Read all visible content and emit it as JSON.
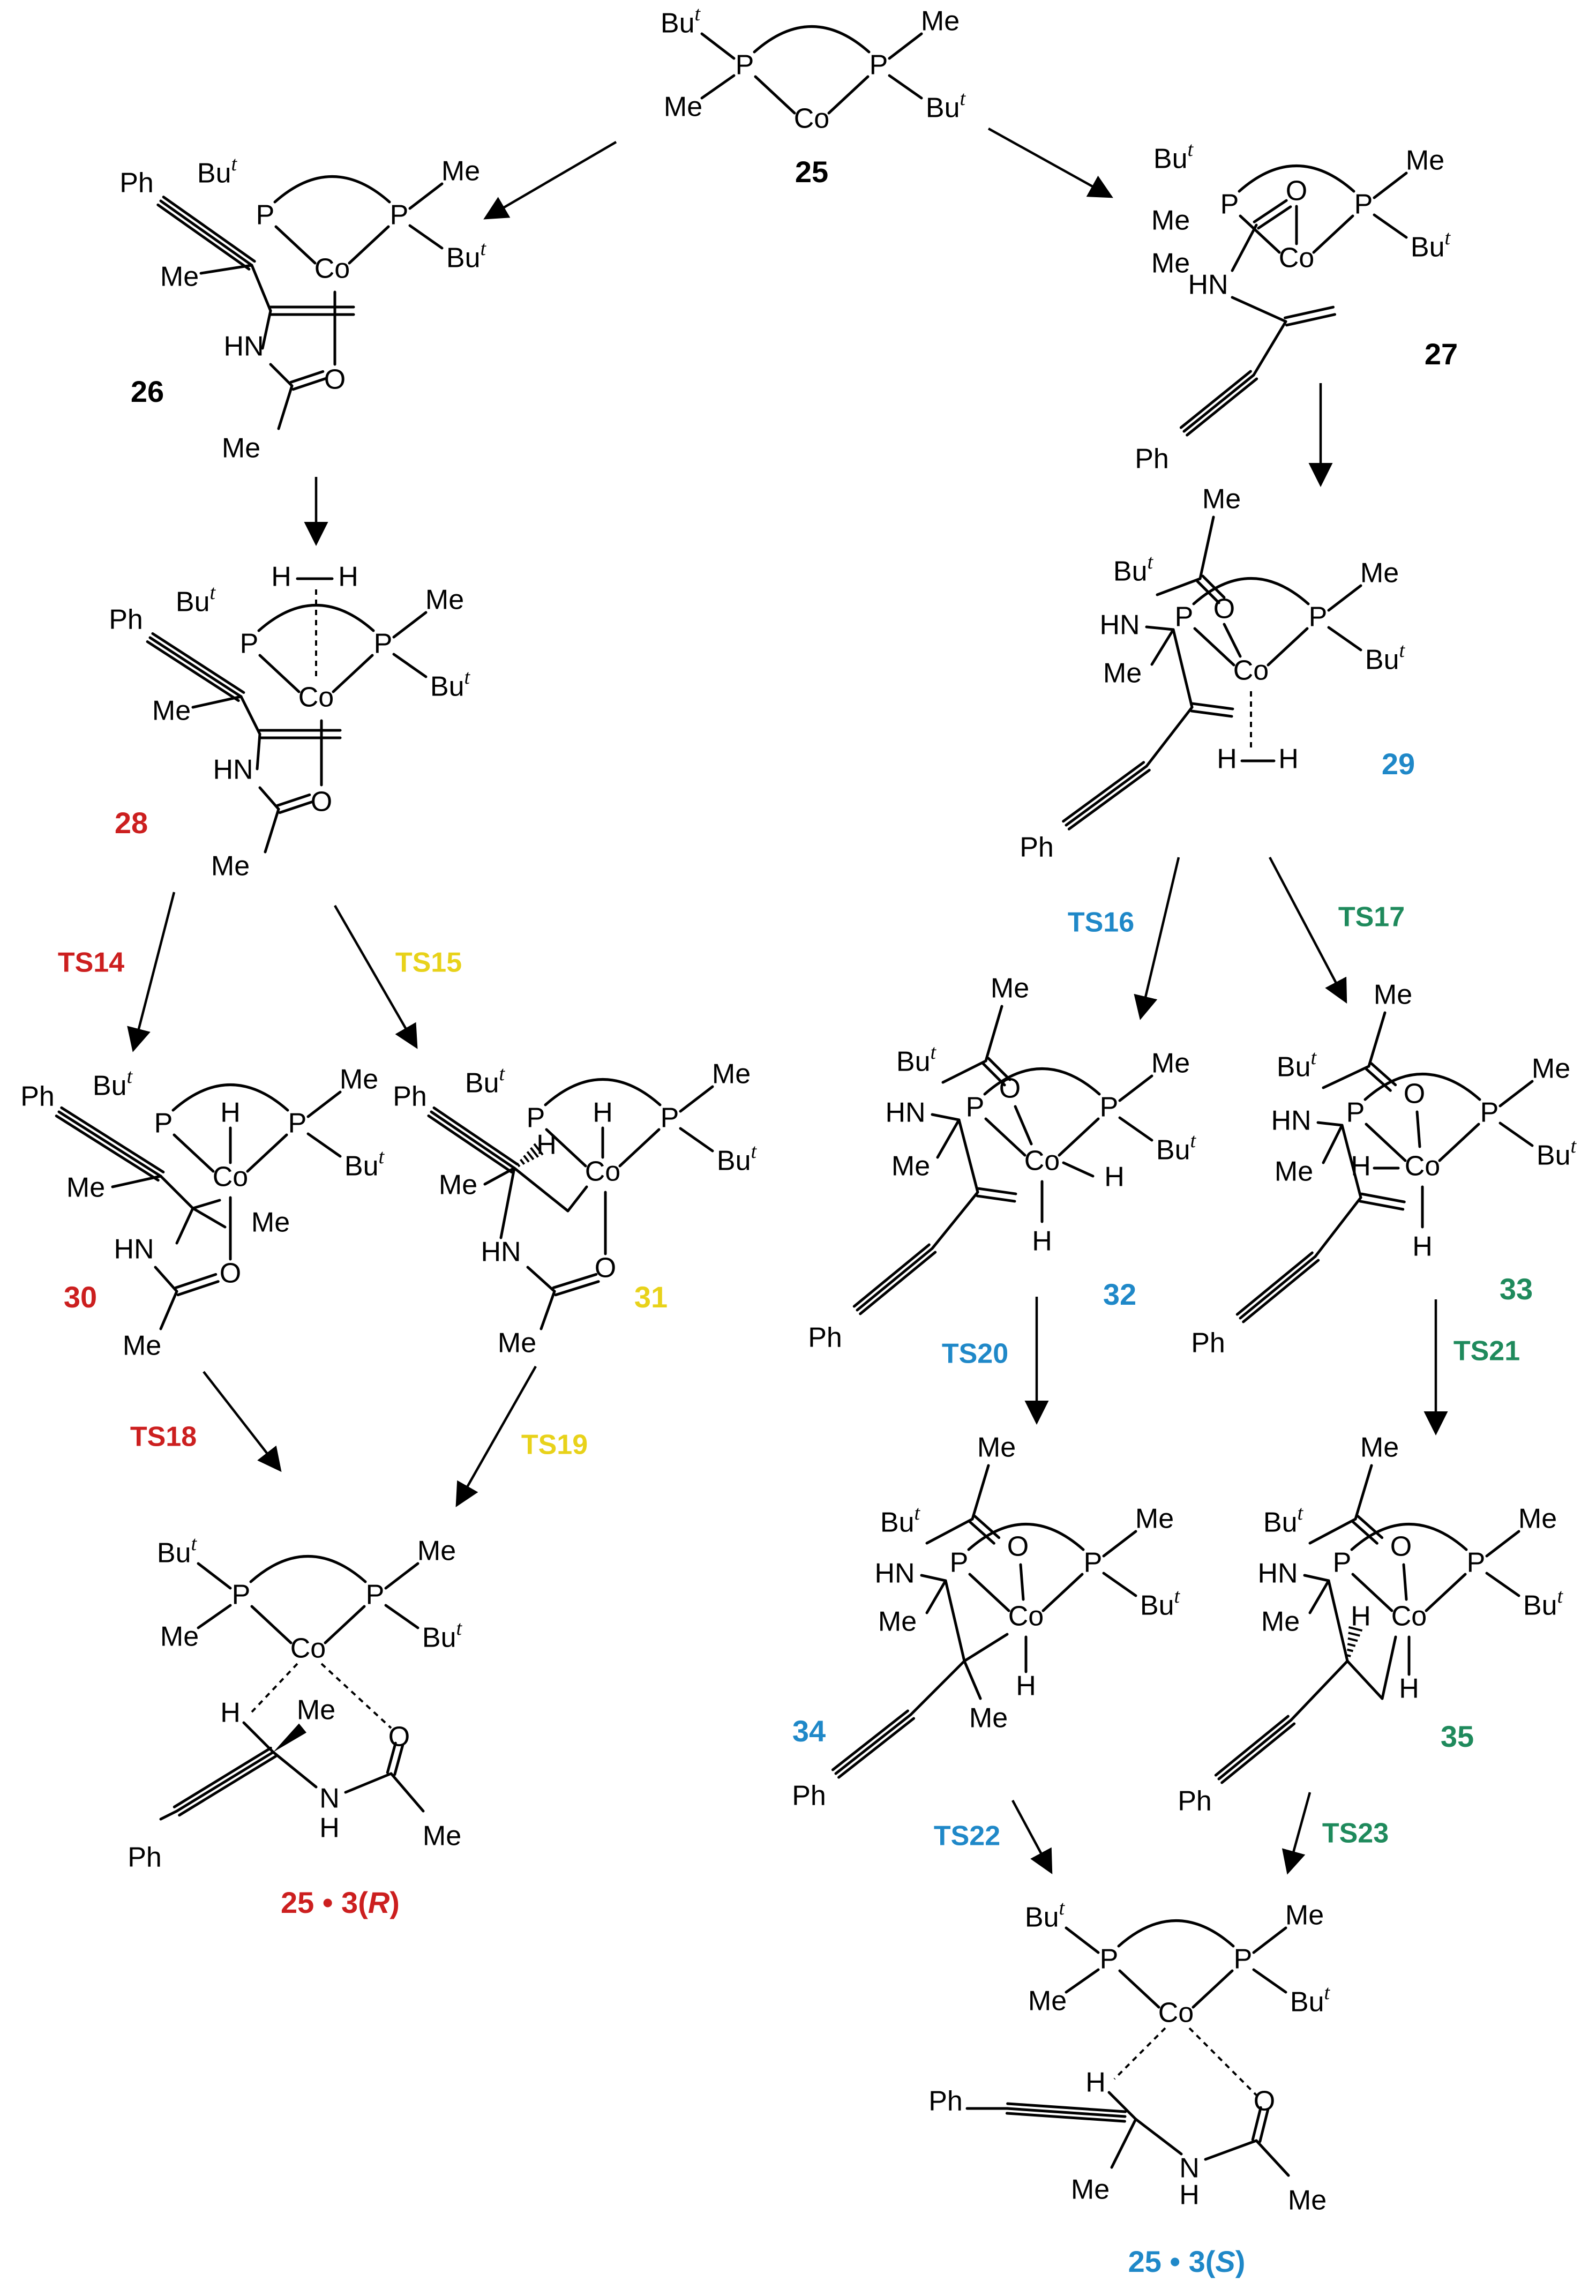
{
  "colors": {
    "black": "#000000",
    "red": "#cc1f1f",
    "yellow": "#e8d21a",
    "blue": "#1f88c8",
    "green": "#1f8a5c"
  },
  "atoms": {
    "P": "P",
    "Co": "Co",
    "Me": "Me",
    "Bu": "Bu",
    "t": "t",
    "Ph": "Ph",
    "HN": "HN",
    "N": "N",
    "H": "H",
    "O": "O"
  },
  "compounds": {
    "c25": "25",
    "c26": "26",
    "c27": "27",
    "c28": "28",
    "c29": "29",
    "c30": "30",
    "c31": "31",
    "c32": "32",
    "c33": "33",
    "c34": "34",
    "c35": "35",
    "prod_r": {
      "prefix": "25 • 3(",
      "stereo": "R",
      "suffix": ")"
    },
    "prod_s": {
      "prefix": "25 • 3(",
      "stereo": "S",
      "suffix": ")"
    }
  },
  "transition_states": {
    "ts14": "TS14",
    "ts15": "TS15",
    "ts16": "TS16",
    "ts17": "TS17",
    "ts18": "TS18",
    "ts19": "TS19",
    "ts20": "TS20",
    "ts21": "TS21",
    "ts22": "TS22",
    "ts23": "TS23"
  }
}
